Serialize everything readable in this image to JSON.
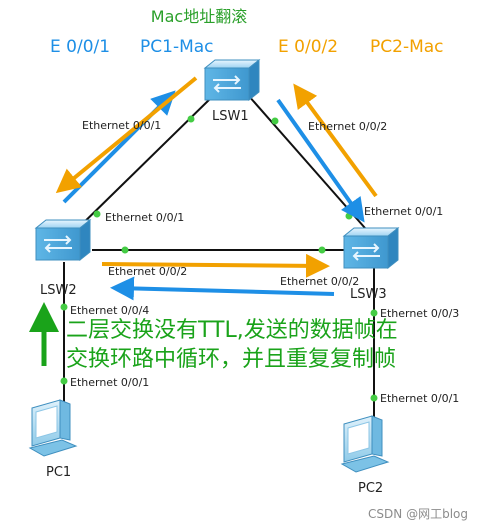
{
  "title": "Mac地址翻滚",
  "left_caption": {
    "port": "E 0/0/1",
    "mac": "PC1-Mac"
  },
  "right_caption": {
    "port": "E 0/0/2",
    "mac": "PC2-Mac"
  },
  "devices": {
    "lsw1": "LSW1",
    "lsw2": "LSW2",
    "lsw3": "LSW3",
    "pc1": "PC1",
    "pc2": "PC2"
  },
  "ports": {
    "lsw1_left": "Ethernet 0/0/1",
    "lsw1_right": "Ethernet 0/0/2",
    "lsw2_top": "Ethernet 0/0/1",
    "lsw2_right": "Ethernet 0/0/2",
    "lsw2_bottom": "Ethernet 0/0/4",
    "pc1_port": "Ethernet 0/0/1",
    "lsw3_top": "Ethernet 0/0/1",
    "lsw3_left": "Ethernet 0/0/2",
    "lsw3_bottom": "Ethernet 0/0/3",
    "pc2_port": "Ethernet 0/0/1"
  },
  "note_line1": "二层交换没有TTL,发送的数据帧在",
  "note_line2": "交换环路中循环，并且重复复制帧",
  "watermark": "CSDN @网工blog",
  "colors": {
    "blue": "#1e8fe6",
    "orange": "#f2a100",
    "green": "#1aa31a",
    "link_dot": "#44cc44"
  }
}
